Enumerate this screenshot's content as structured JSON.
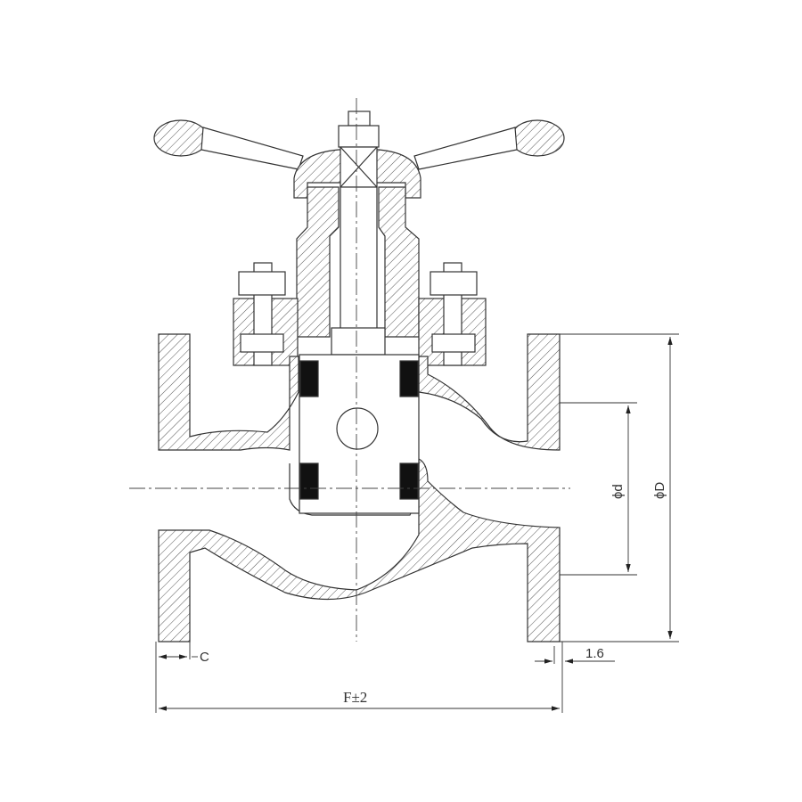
{
  "drawing": {
    "type": "globe valve cross-section",
    "dimensions": {
      "face_to_face": "F±2",
      "flange_thickness": "C",
      "raised_face_height": "1.6",
      "bore_diameter": "ϕd",
      "flange_diameter": "ϕD"
    }
  },
  "colors": {
    "line": "#333333",
    "packing": "#111111",
    "background": "#ffffff"
  }
}
